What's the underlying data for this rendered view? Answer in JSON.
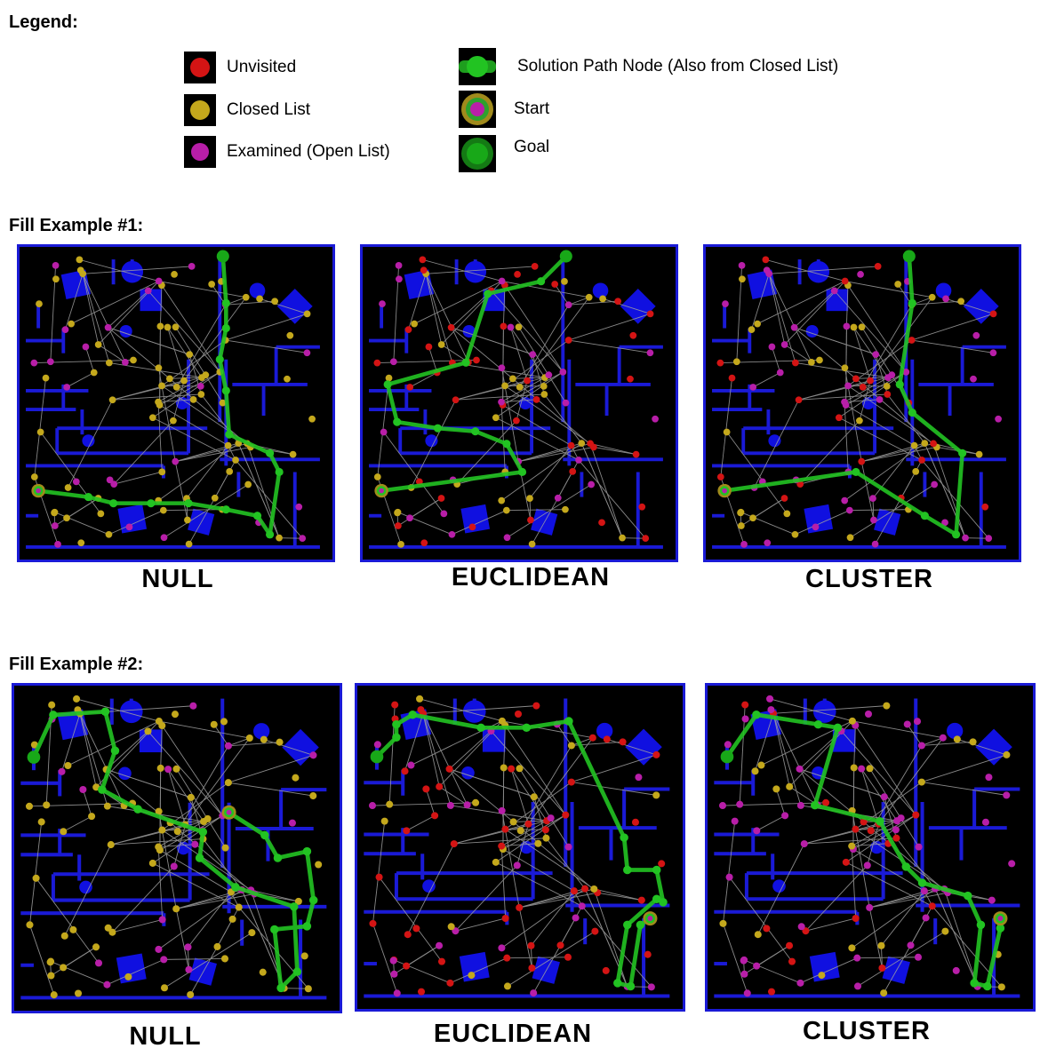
{
  "legend": {
    "title": "Legend:",
    "items": [
      {
        "label": "Unvisited",
        "icon": "red-node-icon",
        "color": "#d41414"
      },
      {
        "label": "Closed List",
        "icon": "yellow-node-icon",
        "color": "#c4a81c"
      },
      {
        "label": "Examined (Open List)",
        "icon": "magenta-node-icon",
        "color": "#b81ea8"
      },
      {
        "label": "Solution Path Node (Also from Closed List)",
        "icon": "green-path-node-icon",
        "color": "#22c322"
      },
      {
        "label": "Start",
        "icon": "start-node-icon",
        "color": "#a08a1c"
      },
      {
        "label": "Goal",
        "icon": "goal-node-icon",
        "color": "#18a818"
      }
    ]
  },
  "examples": [
    {
      "title": "Fill Example #1:",
      "captions": [
        "NULL",
        "EUCLIDEAN",
        "CLUSTER"
      ]
    },
    {
      "title": "Fill Example #2:",
      "captions": [
        "NULL",
        "EUCLIDEAN",
        "CLUSTER"
      ]
    }
  ],
  "colors": {
    "wall": "#1a1ad6",
    "obstacle": "#1010e0",
    "edge": "#a0a0a0",
    "path": "#22c322",
    "unvisited": "#d41414",
    "closed": "#c4a81c",
    "open": "#b81ea8",
    "start": "#a08a1c",
    "goal": "#18a818"
  }
}
